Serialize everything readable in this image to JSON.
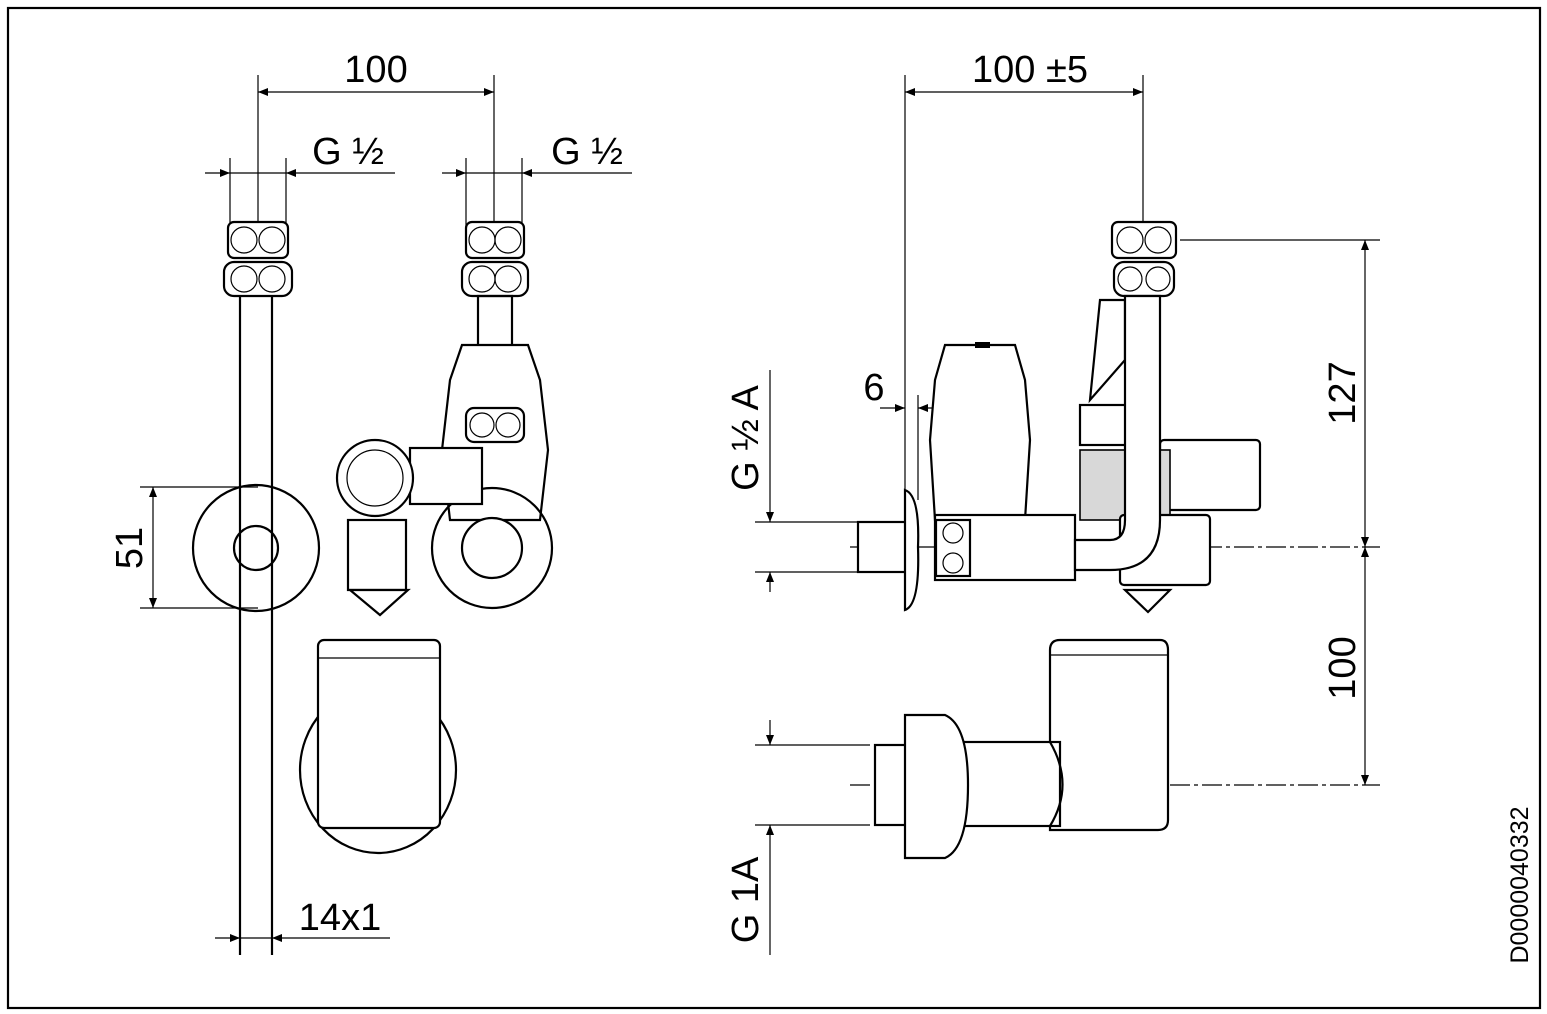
{
  "drawing": {
    "front_view": {
      "dim_spacing": "100",
      "thread_left": "G ½",
      "thread_right": "G ½",
      "dim_rosette": "51",
      "pipe_size": "14x1"
    },
    "side_view": {
      "dim_spacing": "100 ±5",
      "dim_offset": "6",
      "thread_outlet": "G ½ A",
      "dim_height_upper": "127",
      "dim_height_lower": "100",
      "thread_inlet": "G 1A"
    },
    "drawing_number": "D0000040332"
  }
}
